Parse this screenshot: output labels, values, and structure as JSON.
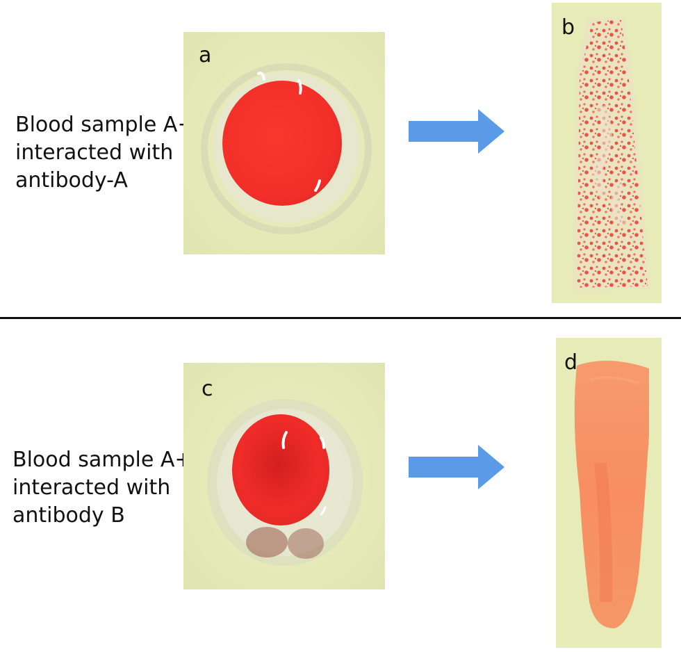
{
  "rows": [
    {
      "caption": [
        "Blood sample A+",
        "interacted with",
        "antibody-A"
      ],
      "panels": [
        "a",
        "b"
      ]
    },
    {
      "caption": [
        "Blood sample A+",
        "interacted with",
        "antibody B"
      ],
      "panels": [
        "c",
        "d"
      ]
    }
  ],
  "colors": {
    "background_card": "#e8ecbc",
    "blood_red": "#f5302a",
    "agglutinated_red": "#e8453a",
    "unagglutinated_orange": "#f98a5c",
    "arrow_blue": "#5b9ae6",
    "divider": "#111111"
  },
  "icons": [
    "arrow-right-icon"
  ]
}
